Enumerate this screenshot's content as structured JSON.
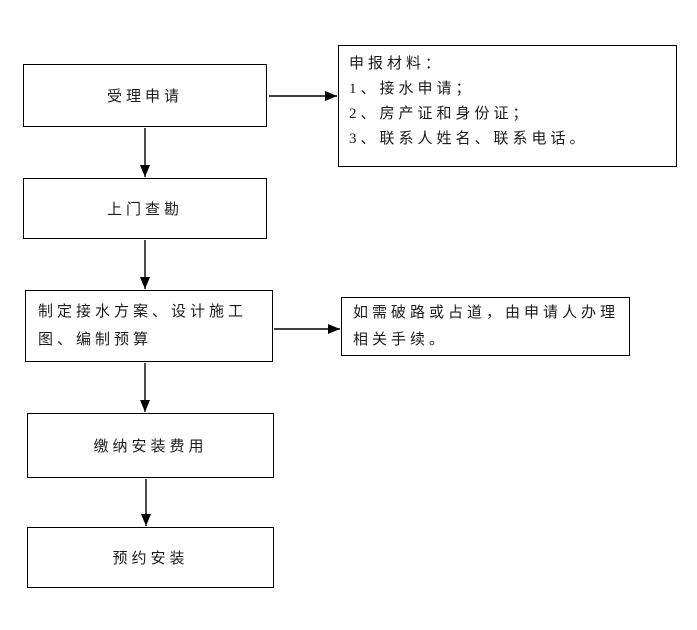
{
  "flowchart": {
    "steps": [
      {
        "id": "accept-application",
        "label": "受理申请"
      },
      {
        "id": "site-survey",
        "label": "上门查勘"
      },
      {
        "id": "plan-design",
        "label": "制定接水方案、设计施工\n图、编制预算"
      },
      {
        "id": "pay-installation-fee",
        "label": "缴纳安装费用"
      },
      {
        "id": "schedule-installation",
        "label": "预约安装"
      }
    ],
    "notes": {
      "materials": {
        "lines": [
          "申报材料：",
          "1、接水申请；",
          "2、房产证和身份证；",
          "3、联系人姓名、联系电话。"
        ]
      },
      "road_permit": {
        "text": "如需破路或占道，由申请人办理\n相关手续。"
      }
    }
  },
  "colors": {
    "background": "#ffffff",
    "border": "#000000",
    "text": "#1c1c1c",
    "arrow": "#000000"
  }
}
